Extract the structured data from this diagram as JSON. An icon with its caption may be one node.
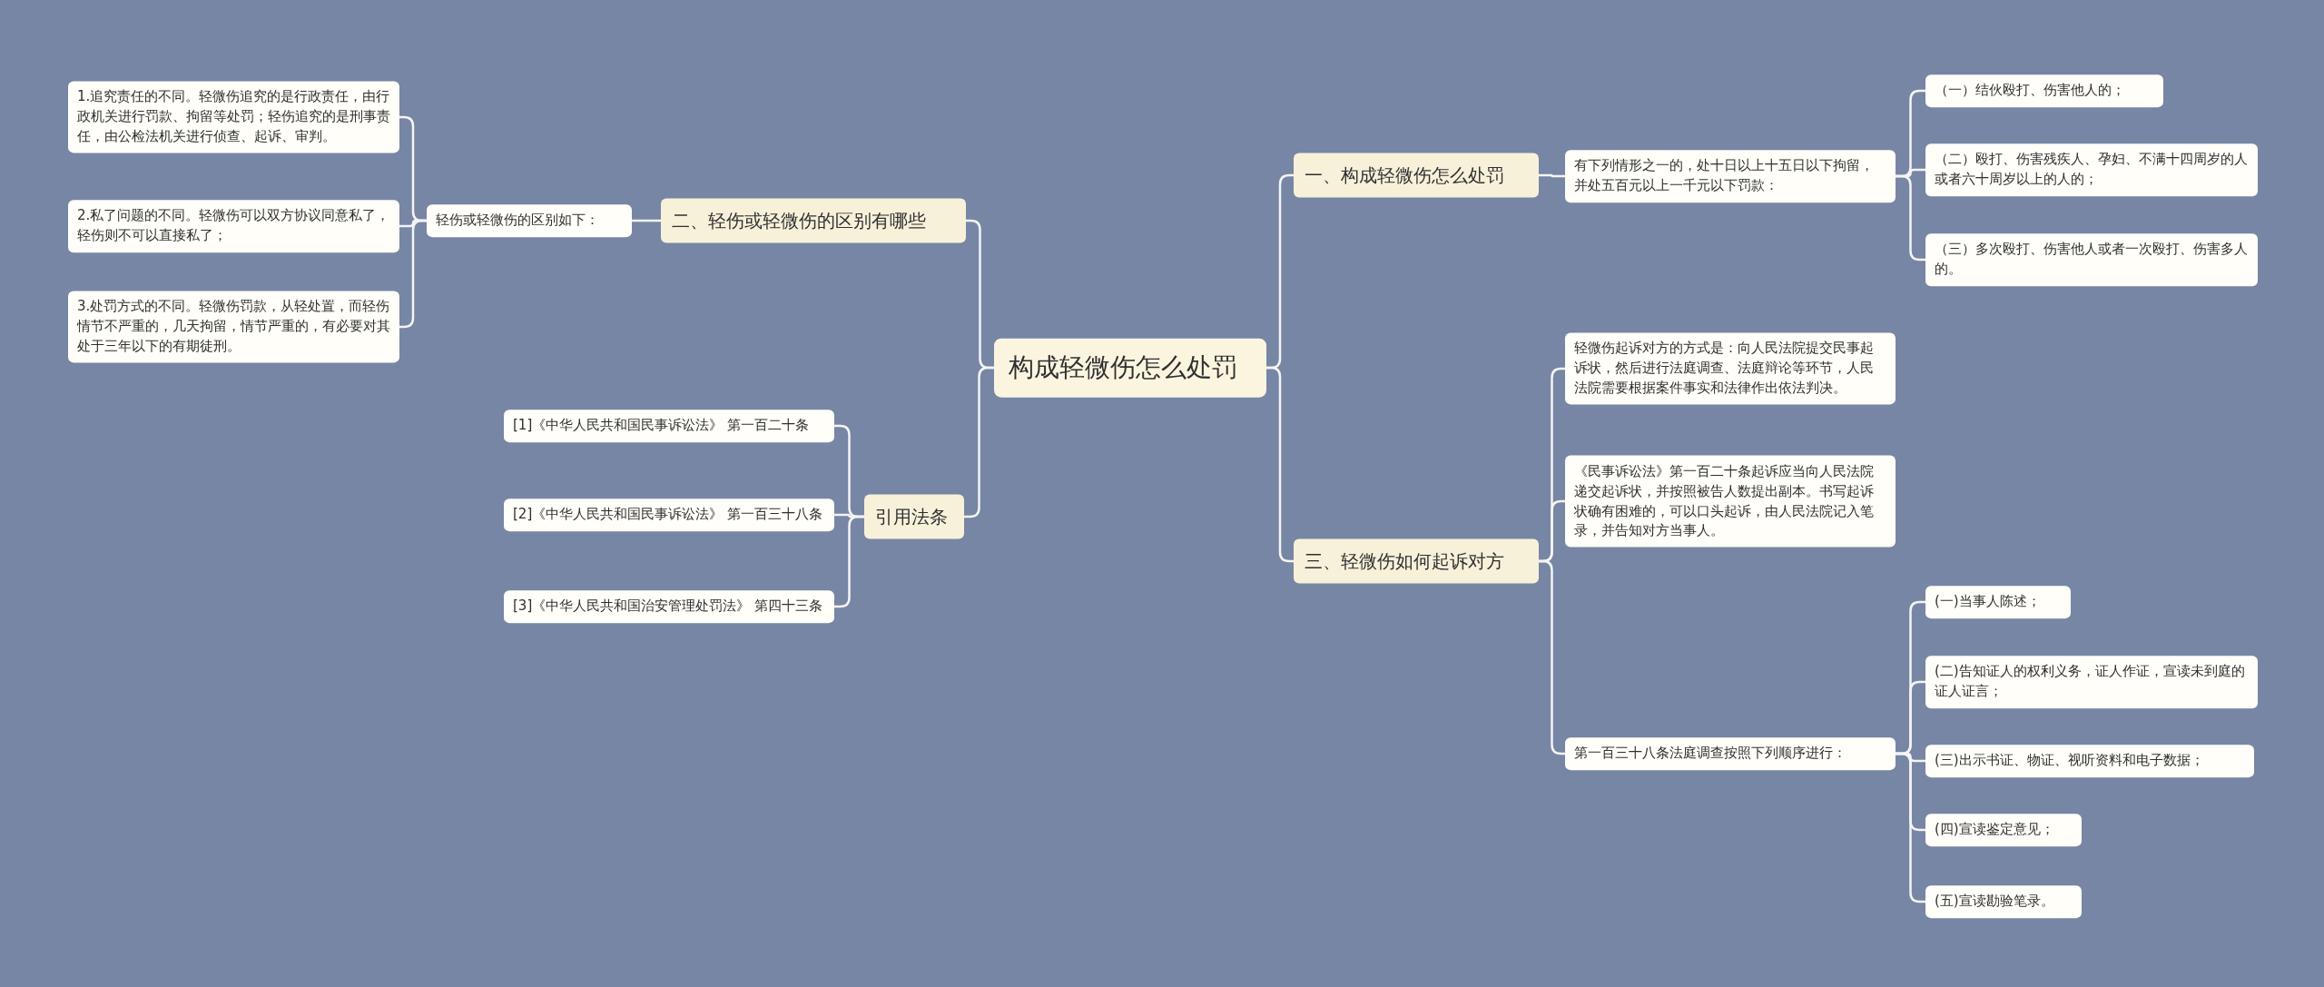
{
  "diagram": {
    "nodes": [
      {
        "text": [
          "构成轻微伤怎么处罚"
        ]
      },
      {
        "text": [
          "一、构成轻微伤怎么处罚"
        ]
      },
      {
        "text": [
          "有下列情形之一的，处十日以上十五日以下拘留，并处五百元以上一千元以下罚款："
        ]
      },
      {
        "text": [
          "（一）结伙殴打、伤害他人的；"
        ]
      },
      {
        "text": [
          "（二）殴打、伤害残疾人、孕妇、不满十四周岁的人或者六十周岁以上的人的；"
        ]
      },
      {
        "text": [
          "（三）多次殴打、伤害他人或者一次殴打、伤害多人的。"
        ]
      },
      {
        "text": [
          "三、轻微伤如何起诉对方"
        ]
      },
      {
        "text": [
          "轻微伤起诉对方的方式是：向人民法院提交民事起诉状，然后进行法庭调查、法庭辩论等环节，人民法院需要根据案件事实和法律作出依法判决。"
        ]
      },
      {
        "text": [
          "《民事诉讼法》第一百二十条起诉应当向人民法院递交起诉状，并按照被告人数提出副本。书写起诉状确有困难的，可以口头起诉，由人民法院记入笔录，并告知对方当事人。"
        ]
      },
      {
        "text": [
          "第一百三十八条法庭调查按照下列顺序进行："
        ]
      },
      {
        "text": [
          "(一)当事人陈述；"
        ]
      },
      {
        "text": [
          "(二)告知证人的权利义务，证人作证，宣读未到庭的证人证言；"
        ]
      },
      {
        "text": [
          "(三)出示书证、物证、视听资料和电子数据；"
        ]
      },
      {
        "text": [
          "(四)宣读鉴定意见；"
        ]
      },
      {
        "text": [
          "(五)宣读勘验笔录。"
        ]
      },
      {
        "text": [
          "二、轻伤或轻微伤的区别有哪些"
        ]
      },
      {
        "text": [
          "轻伤或轻微伤的区别如下："
        ]
      },
      {
        "text": [
          "1.追究责任的不同。轻微伤追究的是行政责任，由行政机关进行罚款、拘留等处罚；轻伤追究的是刑事责任，由公检法机关进行侦查、起诉、审判。"
        ]
      },
      {
        "text": [
          "2.私了问题的不同。轻微伤可以双方协议同意私了，轻伤则不可以直接私了；"
        ]
      },
      {
        "text": [
          "3.处罚方式的不同。轻微伤罚款，从轻处置，而轻伤情节不严重的，几天拘留，情节严重的，有必要对其处于三年以下的有期徒刑。"
        ]
      },
      {
        "text": [
          "引用法条"
        ]
      },
      {
        "text": [
          "[1]《中华人民共和国民事诉讼法》 第一百二十条"
        ]
      },
      {
        "text": [
          "[2]《中华人民共和国民事诉讼法》 第一百三十八条"
        ]
      },
      {
        "text": [
          "[3]《中华人民共和国治安管理处罚法》 第四十三条"
        ]
      }
    ],
    "edges": [
      {
        "from": 0,
        "to": 1,
        "arrow": "none"
      },
      {
        "from": 1,
        "to": 2,
        "arrow": "none"
      },
      {
        "from": 2,
        "to": 3,
        "arrow": "none"
      },
      {
        "from": 2,
        "to": 4,
        "arrow": "none"
      },
      {
        "from": 2,
        "to": 5,
        "arrow": "none"
      },
      {
        "from": 0,
        "to": 6,
        "arrow": "none"
      },
      {
        "from": 6,
        "to": 7,
        "arrow": "none"
      },
      {
        "from": 6,
        "to": 8,
        "arrow": "none"
      },
      {
        "from": 6,
        "to": 9,
        "arrow": "none"
      },
      {
        "from": 9,
        "to": 10,
        "arrow": "none"
      },
      {
        "from": 9,
        "to": 11,
        "arrow": "none"
      },
      {
        "from": 9,
        "to": 12,
        "arrow": "none"
      },
      {
        "from": 9,
        "to": 13,
        "arrow": "none"
      },
      {
        "from": 9,
        "to": 14,
        "arrow": "none"
      },
      {
        "from": 0,
        "to": 15,
        "arrow": "none"
      },
      {
        "from": 15,
        "to": 16,
        "arrow": "none"
      },
      {
        "from": 16,
        "to": 17,
        "arrow": "none"
      },
      {
        "from": 16,
        "to": 18,
        "arrow": "none"
      },
      {
        "from": 16,
        "to": 19,
        "arrow": "none"
      },
      {
        "from": 0,
        "to": 20,
        "arrow": "none"
      },
      {
        "from": 20,
        "to": 21,
        "arrow": "none"
      },
      {
        "from": 20,
        "to": 22,
        "arrow": "none"
      },
      {
        "from": 20,
        "to": 23,
        "arrow": "none"
      }
    ]
  }
}
